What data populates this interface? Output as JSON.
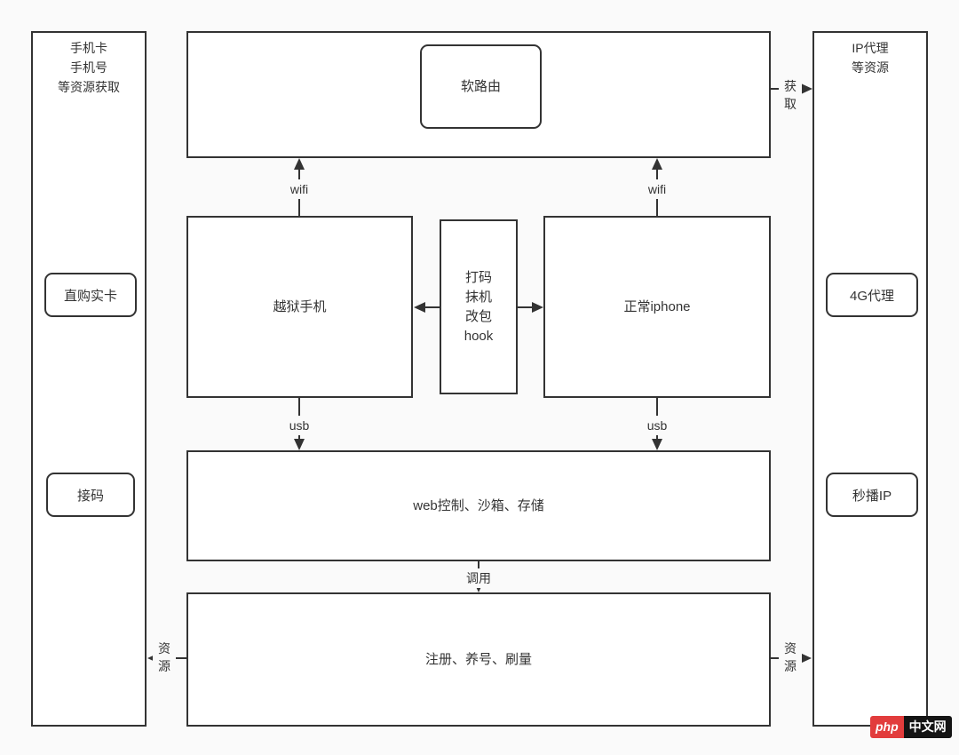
{
  "page": {
    "background": "#fafafa",
    "box_fill": "#ffffff",
    "border_color": "#333333",
    "line_color": "#333333"
  },
  "diagram": {
    "left_panel": {
      "title": "手机卡\n手机号\n等资源获取",
      "items": [
        {
          "label": "直购实卡"
        },
        {
          "label": "接码"
        }
      ]
    },
    "right_panel": {
      "title": "IP代理\n等资源",
      "items": [
        {
          "label": "4G代理"
        },
        {
          "label": "秒播IP"
        }
      ]
    },
    "top_row": {
      "router_label": "软路由"
    },
    "middle_row": {
      "jailbreak_label": "越狱手机",
      "hook_label": "打码\n抹机\n改包\nhook",
      "iphone_label": "正常iphone"
    },
    "web_row": {
      "label": "web控制、沙箱、存储"
    },
    "bottom_row": {
      "label": "注册、养号、刷量"
    },
    "edge_labels": {
      "wifi_left": "wifi",
      "wifi_right": "wifi",
      "usb_left": "usb",
      "usb_right": "usb",
      "call": "调用",
      "acquire": "获\n取",
      "resource_left": "资\n源",
      "resource_right": "资\n源"
    }
  },
  "watermark": {
    "php": "php",
    "site": "中文网",
    "php_color": "#e23c3c",
    "site_color": "#141414"
  }
}
